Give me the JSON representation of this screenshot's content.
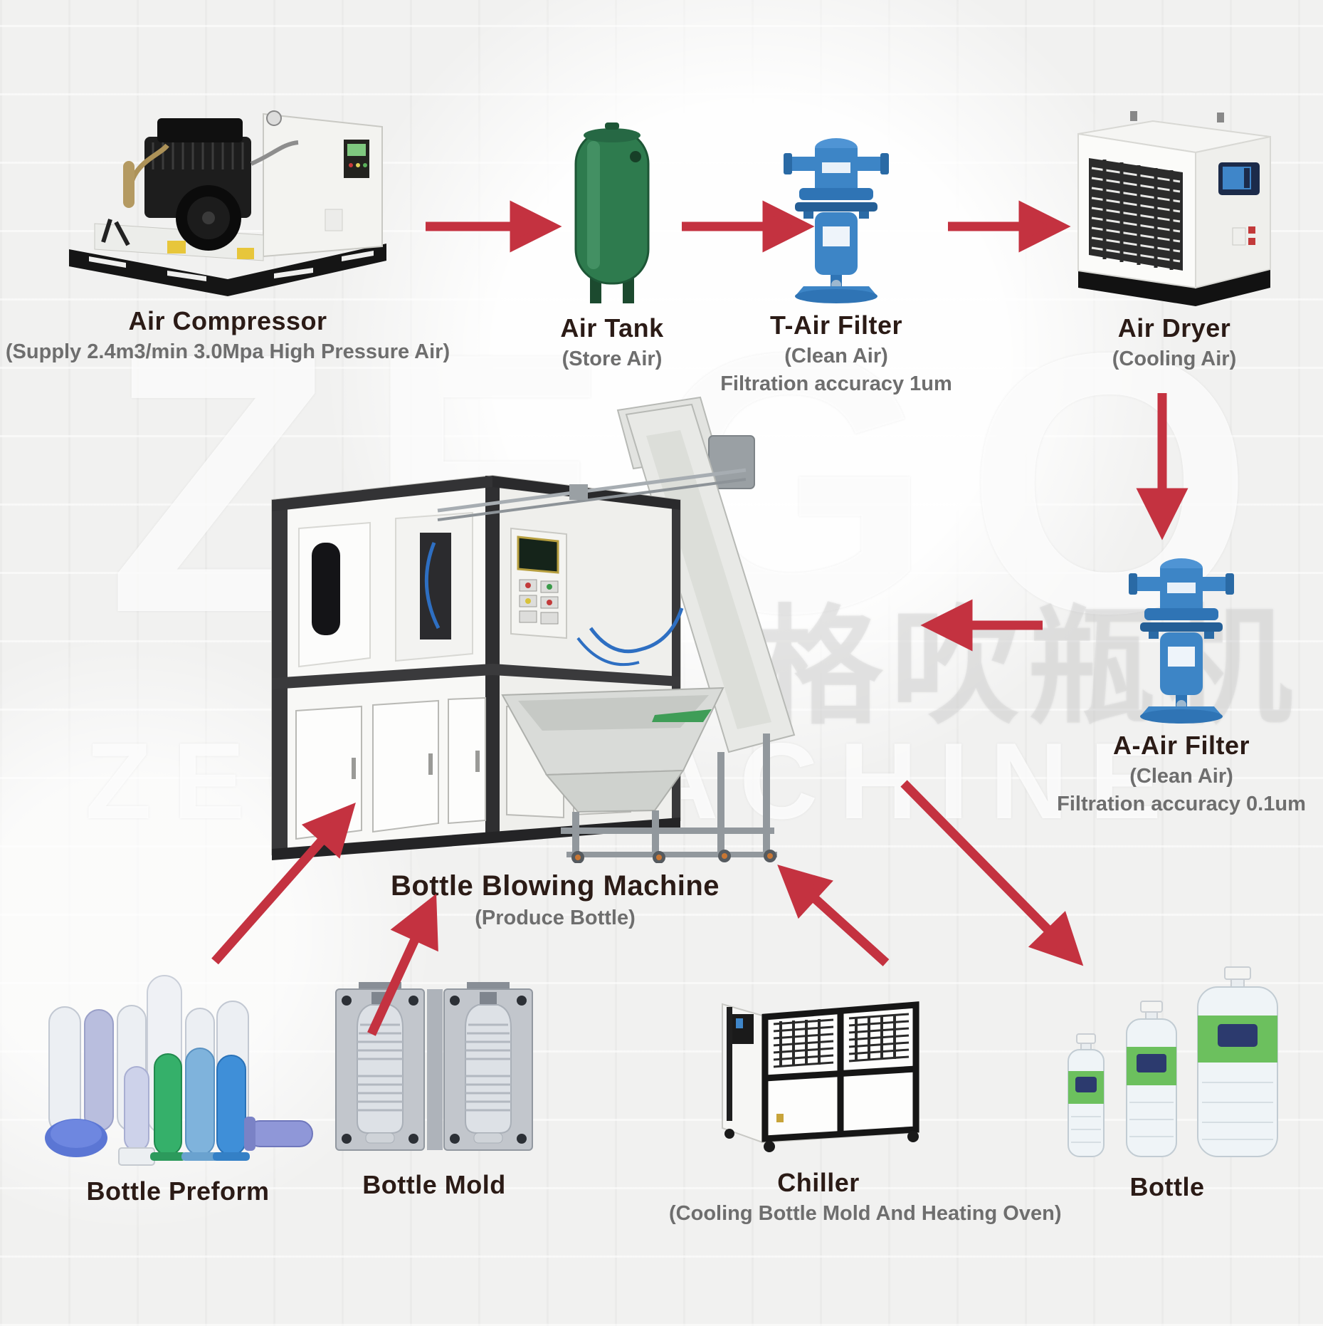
{
  "colors": {
    "background": "#f1f1f0",
    "arrow_red": "#c43240",
    "title_text": "#2b1b16",
    "subtitle_text": "#6e6e6e",
    "tank_green": "#2e7b4e",
    "filter_blue": "#3d85c6"
  },
  "watermarks": {
    "brand": "ZEGO",
    "chinese": "格吹瓶机",
    "brand_line": "ZEGO MACHINE"
  },
  "nodes": {
    "air_compressor": {
      "title": "Air Compressor",
      "subtitle": "(Supply 2.4m3/min 3.0Mpa High Pressure Air)"
    },
    "air_tank": {
      "title": "Air Tank",
      "subtitle": "(Store Air)"
    },
    "t_air_filter": {
      "title": "T-Air Filter",
      "subtitle": "(Clean Air)",
      "note": "Filtration accuracy 1um"
    },
    "air_dryer": {
      "title": "Air Dryer",
      "subtitle": "(Cooling Air)"
    },
    "a_air_filter": {
      "title": "A-Air Filter",
      "subtitle": "(Clean Air)",
      "note": "Filtration accuracy 0.1um"
    },
    "bottle_blowing_machine": {
      "title": "Bottle Blowing Machine",
      "subtitle": "(Produce Bottle)"
    },
    "bottle_preform": {
      "title": "Bottle Preform"
    },
    "bottle_mold": {
      "title": "Bottle Mold"
    },
    "chiller": {
      "title": "Chiller",
      "subtitle": "(Cooling Bottle Mold And Heating Oven)"
    },
    "bottle": {
      "title": "Bottle"
    }
  },
  "flow_arrows": [
    {
      "from": "Air Compressor",
      "to": "Air Tank"
    },
    {
      "from": "Air Tank",
      "to": "T-Air Filter"
    },
    {
      "from": "T-Air Filter",
      "to": "Air Dryer"
    },
    {
      "from": "Air Dryer",
      "to": "A-Air Filter"
    },
    {
      "from": "A-Air Filter",
      "to": "Bottle Blowing Machine"
    },
    {
      "from": "Bottle Preform",
      "to": "Bottle Blowing Machine"
    },
    {
      "from": "Bottle Mold",
      "to": "Bottle Blowing Machine"
    },
    {
      "from": "Chiller",
      "to": "Bottle Blowing Machine"
    },
    {
      "from": "Bottle Blowing Machine",
      "to": "Bottle"
    }
  ]
}
